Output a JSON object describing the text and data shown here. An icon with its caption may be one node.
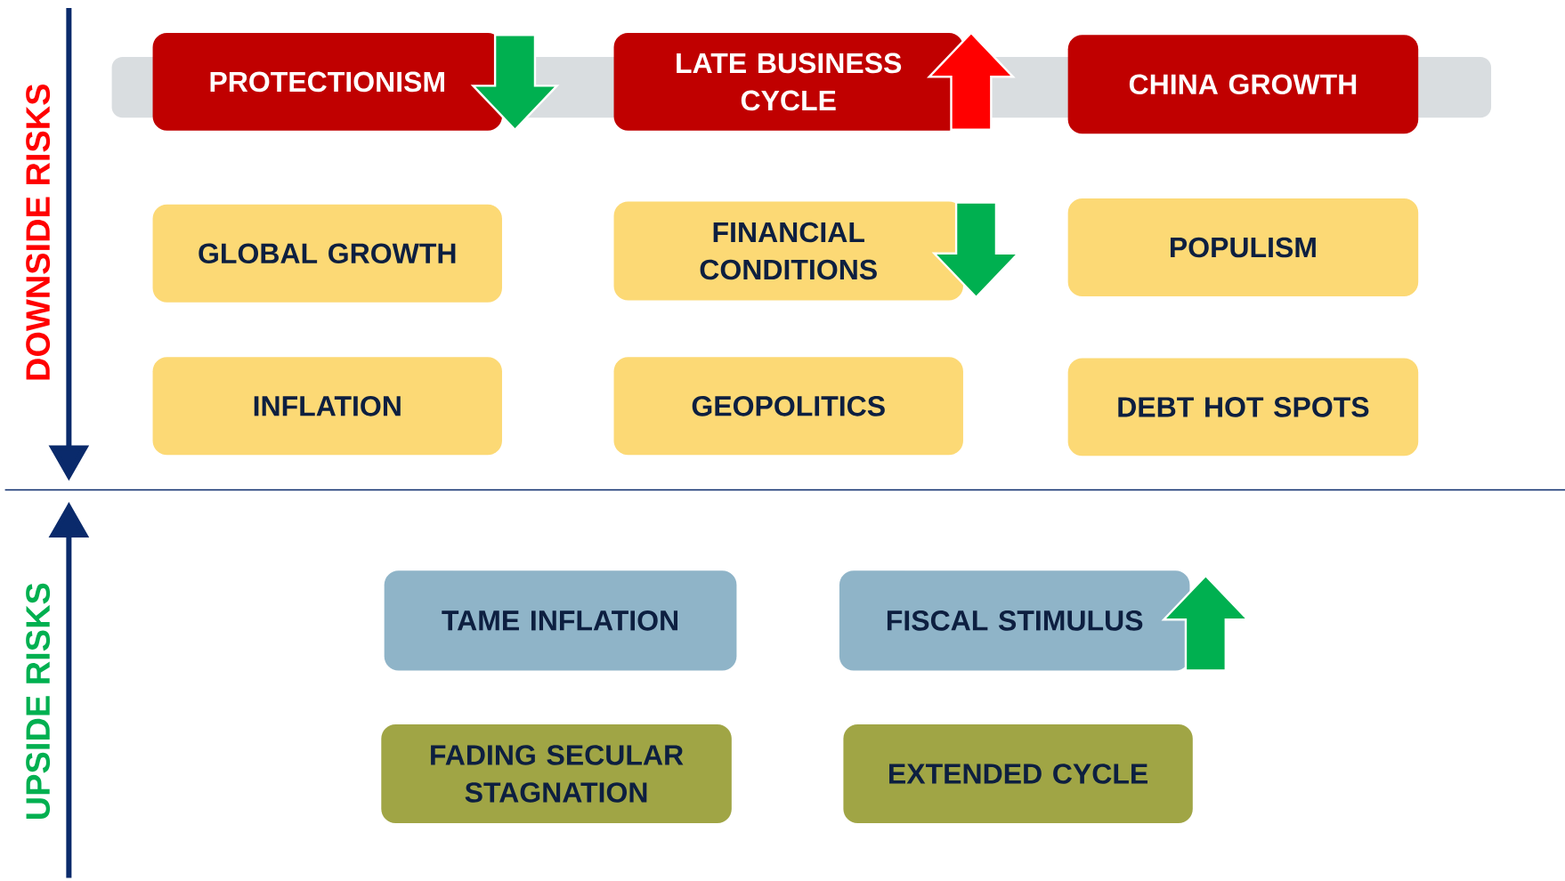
{
  "diagram": {
    "nodes": [
      {
        "text": [
          "PROTECTIONISM"
        ]
      },
      {
        "text": [
          "LATE BUSINESS CYCLE"
        ]
      },
      {
        "text": [
          "CHINA GROWTH"
        ]
      },
      {
        "text": [
          "GLOBAL GROWTH"
        ]
      },
      {
        "text": [
          "FINANCIAL CONDITIONS"
        ]
      },
      {
        "text": [
          "POPULISM"
        ]
      },
      {
        "text": [
          "INFLATION"
        ]
      },
      {
        "text": [
          "GEOPOLITICS"
        ]
      },
      {
        "text": [
          "DEBT HOT SPOTS"
        ]
      },
      {
        "text": [
          "TAME INFLATION"
        ]
      },
      {
        "text": [
          "FISCAL STIMULUS"
        ]
      },
      {
        "text": [
          "FADING SECULAR STAGNATION"
        ]
      },
      {
        "text": [
          "EXTENDED CYCLE"
        ]
      }
    ],
    "labels": [
      "DOWNSIDE RISKS",
      "UPSIDE RISKS"
    ]
  }
}
